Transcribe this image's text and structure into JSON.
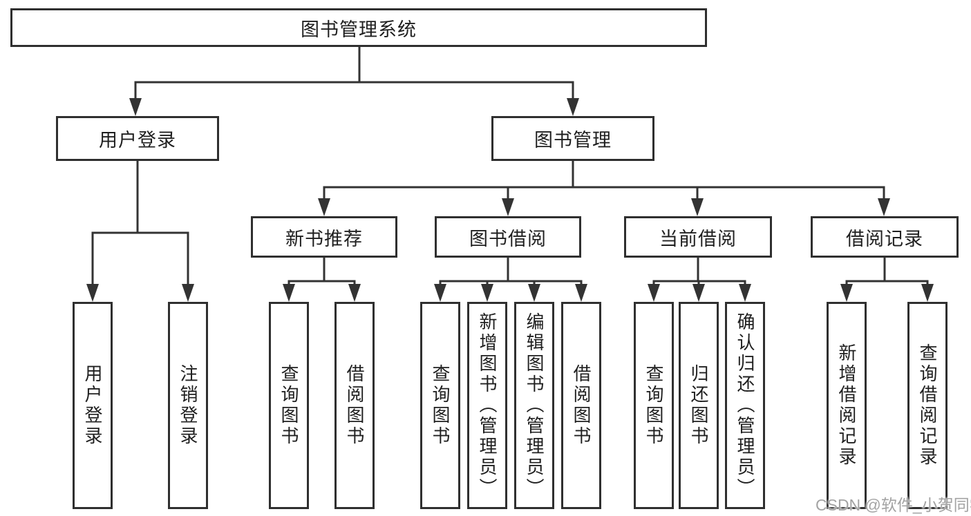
{
  "diagram": {
    "title": "图书管理系统",
    "user_login": {
      "label": "用户登录",
      "children": [
        "用户登录",
        "注销登录"
      ]
    },
    "book_mgmt": {
      "label": "图书管理",
      "sections": [
        {
          "label": "新书推荐",
          "children": [
            "查询图书",
            "借阅图书"
          ]
        },
        {
          "label": "图书借阅",
          "children": [
            "查询图书",
            "新增图书（管理员）",
            "编辑图书（管理员）",
            "借阅图书"
          ]
        },
        {
          "label": "当前借阅",
          "children": [
            "查询图书",
            "归还图书",
            "确认归还（管理员）"
          ]
        },
        {
          "label": "借阅记录",
          "children": [
            "新增借阅记录",
            "查询借阅记录"
          ]
        }
      ]
    },
    "line_color": "#333333",
    "border_color": "#2f2f2f"
  },
  "watermark": "CSDN @软件_小贺同学"
}
